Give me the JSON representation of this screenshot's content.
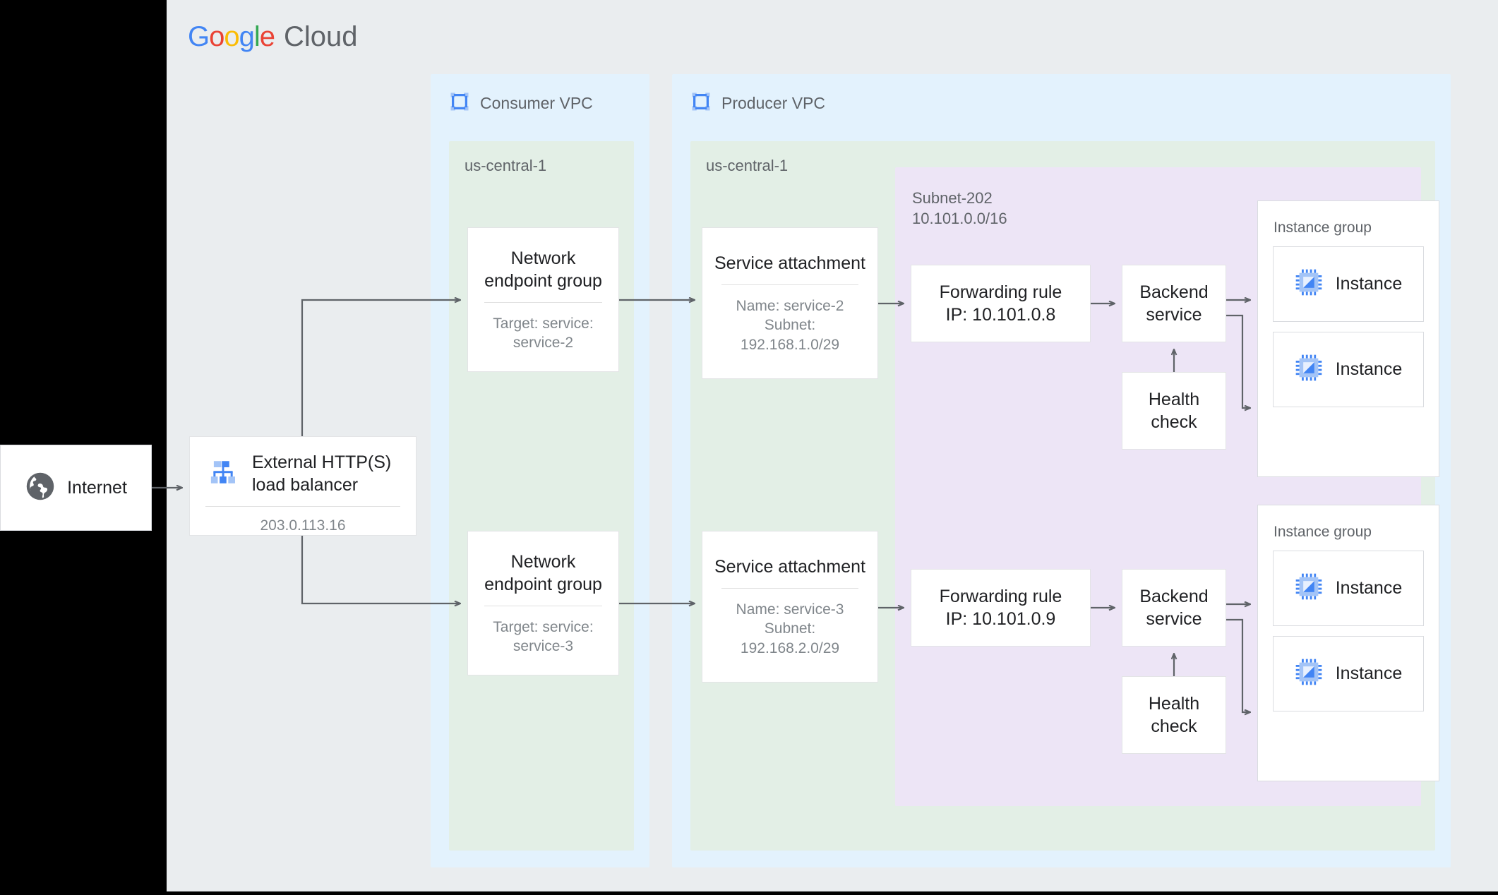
{
  "brand": {
    "logo_google": "Google",
    "logo_cloud": "Cloud",
    "colors": {
      "blue": "#4285F4",
      "red": "#EA4335",
      "yellow": "#FBBC05",
      "green": "#34A853",
      "gray_panel": "#EAEDEF",
      "vpc_blue": "#E3F2FD",
      "region_green": "#E3EFE6",
      "subnet_purple": "#EDE5F6",
      "node_border": "#E3E4E6",
      "text_primary": "#202124",
      "text_secondary": "#5F6368",
      "text_muted": "#80868B",
      "arrow": "#5F6368"
    }
  },
  "internet": {
    "label": "Internet",
    "icon": "globe-icon"
  },
  "load_balancer": {
    "title": "External HTTP(S)\nload balancer",
    "title_line1": "External HTTP(S)",
    "title_line2": "load balancer",
    "ip": "203.0.113.16",
    "icon": "load-balancer-icon"
  },
  "vpcs": [
    {
      "name": "Consumer VPC",
      "icon": "vpc-icon",
      "region": "us-central-1"
    },
    {
      "name": "Producer VPC",
      "icon": "vpc-icon",
      "region": "us-central-1"
    }
  ],
  "subnet": {
    "name": "Subnet-202",
    "cidr": "10.101.0.0/16"
  },
  "network_endpoint_groups": [
    {
      "title_line1": "Network",
      "title_line2": "endpoint group",
      "sub_line1": "Target: service:",
      "sub_line2": "service-2"
    },
    {
      "title_line1": "Network",
      "title_line2": "endpoint group",
      "sub_line1": "Target: service:",
      "sub_line2": "service-3"
    }
  ],
  "service_attachments": [
    {
      "title": "Service attachment",
      "sub_line1": "Name: service-2",
      "sub_line2": "Subnet:",
      "sub_line3": "192.168.1.0/29"
    },
    {
      "title": "Service attachment",
      "sub_line1": "Name: service-3",
      "sub_line2": "Subnet:",
      "sub_line3": "192.168.2.0/29"
    }
  ],
  "forwarding_rules": [
    {
      "title_line1": "Forwarding rule",
      "title_line2": "IP: 10.101.0.8"
    },
    {
      "title_line1": "Forwarding rule",
      "title_line2": "IP: 10.101.0.9"
    }
  ],
  "backend_services": [
    {
      "title_line1": "Backend",
      "title_line2": "service"
    },
    {
      "title_line1": "Backend",
      "title_line2": "service"
    }
  ],
  "health_checks": [
    {
      "title_line1": "Health",
      "title_line2": "check"
    },
    {
      "title_line1": "Health",
      "title_line2": "check"
    }
  ],
  "instance_groups": [
    {
      "label": "Instance group",
      "instances": [
        {
          "label": "Instance",
          "icon": "instance-chip-icon"
        },
        {
          "label": "Instance",
          "icon": "instance-chip-icon"
        }
      ]
    },
    {
      "label": "Instance group",
      "instances": [
        {
          "label": "Instance",
          "icon": "instance-chip-icon"
        },
        {
          "label": "Instance",
          "icon": "instance-chip-icon"
        }
      ]
    }
  ]
}
